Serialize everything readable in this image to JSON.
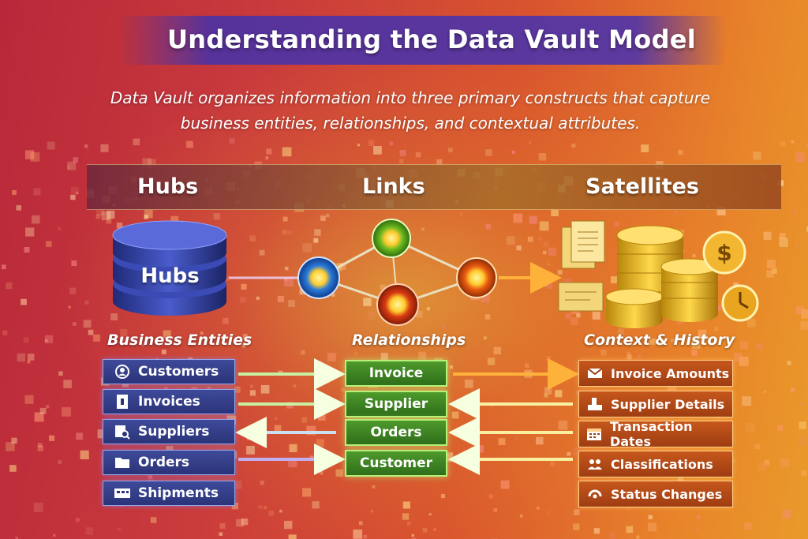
{
  "header": {
    "title": "Understanding the Data Vault Model",
    "subtitle_line1": "Data Vault organizes information into three primary constructs that capture",
    "subtitle_line2": "business entities, relationships, and contextual attributes."
  },
  "columns": {
    "hubs": {
      "heading": "Hubs",
      "icon_label": "Hubs",
      "caption": "Business Entities",
      "items": [
        {
          "label": "Customers",
          "icon": "user-circle-icon"
        },
        {
          "label": "Invoices",
          "icon": "document-icon"
        },
        {
          "label": "Suppliers",
          "icon": "supplier-search-icon"
        },
        {
          "label": "Orders",
          "icon": "folder-icon"
        },
        {
          "label": "Shipments",
          "icon": "shipment-icon"
        }
      ]
    },
    "links": {
      "heading": "Links",
      "caption": "Relationships",
      "items": [
        {
          "label": "Invoice"
        },
        {
          "label": "Supplier"
        },
        {
          "label": "Orders"
        },
        {
          "label": "Customer"
        }
      ]
    },
    "satellites": {
      "heading": "Satellites",
      "caption": "Context & History",
      "items": [
        {
          "label": "Invoice Amounts",
          "icon": "envelope-icon"
        },
        {
          "label": "Supplier Details",
          "icon": "details-icon"
        },
        {
          "label": "Transaction Dates",
          "icon": "calendar-icon"
        },
        {
          "label": "Classifications",
          "icon": "people-icon"
        },
        {
          "label": "Status Changes",
          "icon": "status-icon"
        }
      ]
    }
  },
  "colors": {
    "hub_blue": "#2b3478",
    "link_green": "#2f6e1a",
    "satellite_orange": "#9e3d12",
    "title_band": "#5537a5"
  }
}
